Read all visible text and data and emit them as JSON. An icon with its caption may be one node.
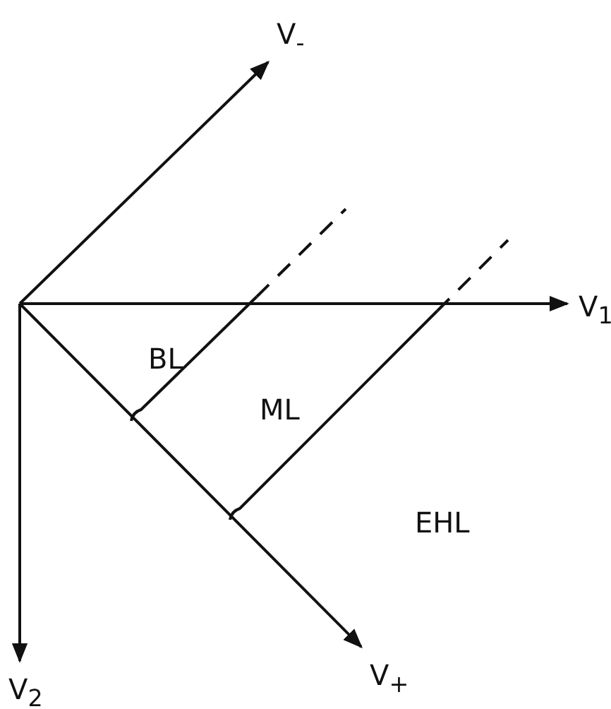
{
  "diagram": {
    "labels": [
      "V$_{-}$",
      "V$_{1}$",
      "BL",
      "ML",
      "EHL",
      "V$_{2}$",
      "V$_{+}$"
    ]
  }
}
